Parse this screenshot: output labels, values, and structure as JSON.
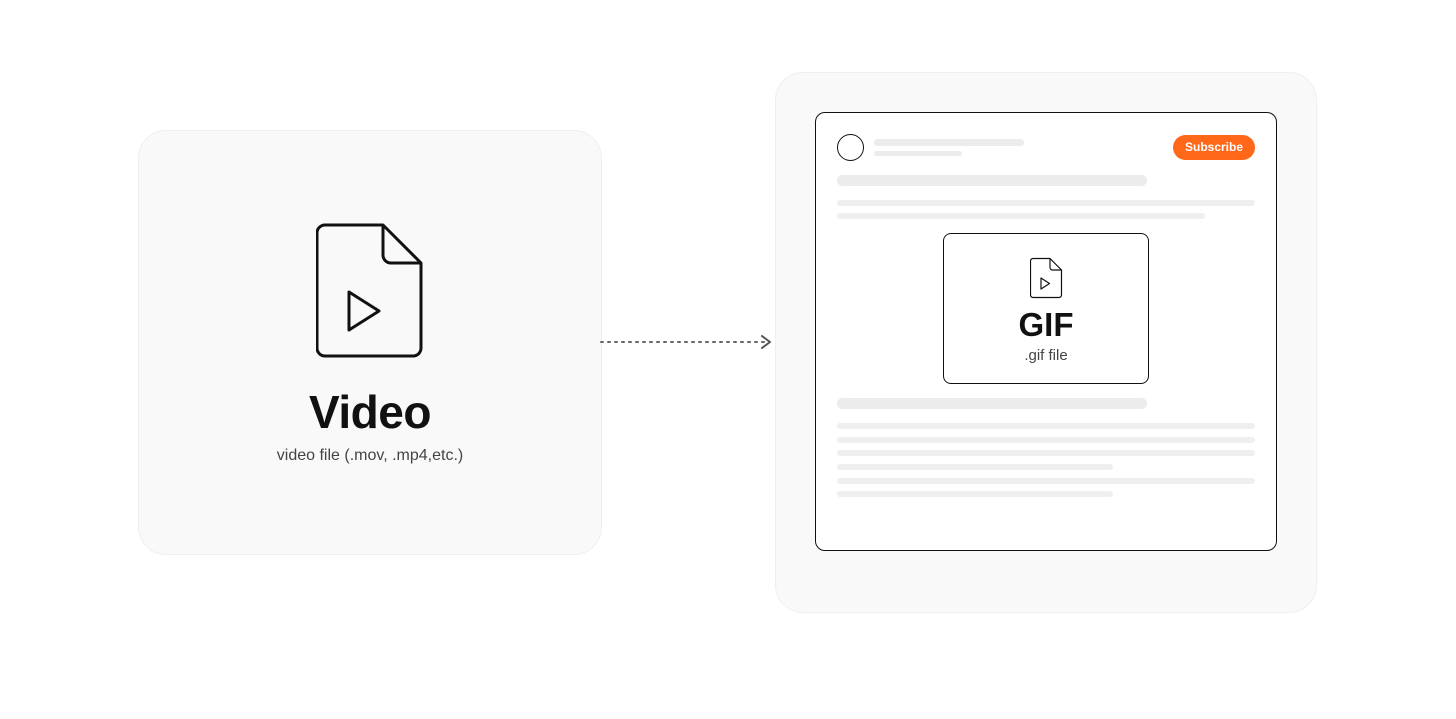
{
  "source": {
    "title": "Video",
    "subtitle": "video file (.mov, .mp4,etc.)",
    "icon": "video-file-icon"
  },
  "target": {
    "subscribe_label": "Subscribe",
    "gif_title": "GIF",
    "gif_subtitle": ".gif file",
    "gif_icon": "video-file-icon"
  },
  "colors": {
    "accent": "#ff6719",
    "panel_bg": "#f9f9f9",
    "placeholder": "#ececec",
    "ink": "#111111"
  }
}
